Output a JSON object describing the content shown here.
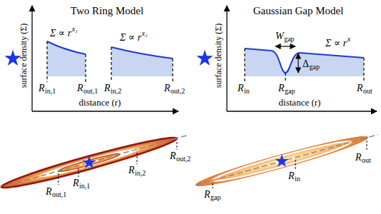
{
  "diagram": {
    "labels": [
      "Two Ring Model",
      "Gaussian Gap Model",
      "surface density (Σ)",
      "distance (r)",
      "surface density (Σ)",
      "distance (r)",
      "Σ ∝ r",
      "x₁",
      "Σ ∝ r",
      "x₂",
      "Σ ∝ r",
      "x",
      "W",
      "gap",
      "Δ",
      "gap",
      "R",
      "in,1",
      "R",
      "out,1",
      "R",
      "in,2",
      "R",
      "out,2",
      "R",
      "in",
      "R",
      "gap",
      "R",
      "out",
      "R",
      "out,1",
      "R",
      "in,1",
      "R",
      "in,2",
      "R",
      "out,2",
      "R",
      "gap",
      "R",
      "in",
      "R",
      "out"
    ]
  }
}
